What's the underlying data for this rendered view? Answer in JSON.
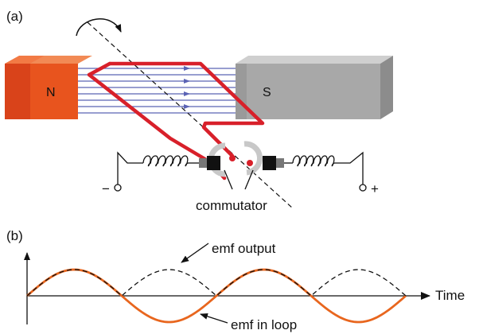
{
  "panel_a": {
    "label": "(a)",
    "north_pole": "N",
    "south_pole": "S",
    "terminal_minus": "−",
    "terminal_plus": "+",
    "commutator_label": "commutator"
  },
  "panel_b": {
    "label": "(b)",
    "time_label": "Time",
    "emf_output_label": "emf output",
    "emf_loop_label": "emf in loop"
  },
  "colors": {
    "north_magnet": "#e8541e",
    "south_magnet": "#a8a8a8",
    "field_lines": "#5b63b5",
    "loop": "#d8202a",
    "emf_loop_curve": "#e8661e",
    "emf_output_curve": "#111111"
  }
}
